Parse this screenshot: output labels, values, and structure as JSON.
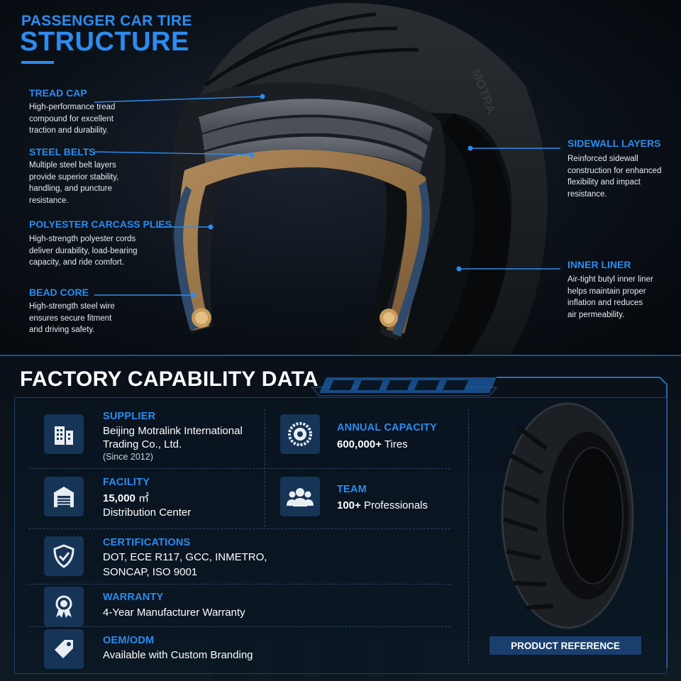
{
  "header": {
    "title_line1": "PASSENGER CAR TIRE",
    "title_line2": "STRUCTURE"
  },
  "structure": {
    "tread_cap": {
      "label": "TREAD CAP",
      "desc_lines": [
        "High-performance tread",
        "compound for excellent",
        "traction and durability."
      ]
    },
    "steel_belts": {
      "label": "STEEL BELTS",
      "desc_lines": [
        "Multiple steel belt layers",
        "provide superior stability,",
        "handling, and puncture",
        "resistance."
      ]
    },
    "polyester": {
      "label": "POLYESTER CARCASS PLIES",
      "desc_lines": [
        "High-strength polyester cords",
        "deliver durability, load-bearing",
        "capacity, and ride comfort."
      ]
    },
    "bead_core": {
      "label": "BEAD CORE",
      "desc_lines": [
        "High-strength steel wire",
        "ensures secure fitment",
        "and driving safety."
      ]
    },
    "sidewall": {
      "label": "SIDEWALL LAYERS",
      "desc_lines": [
        "Reinforced sidewall",
        "construction for enhanced",
        "flexibility and impact",
        "resistance."
      ]
    },
    "inner_liner": {
      "label": "INNER LINER",
      "desc_lines": [
        "Air-tight butyl inner liner",
        "helps maintain proper",
        "inflation and reduces",
        "air permeability."
      ]
    }
  },
  "factory": {
    "title": "FACTORY CAPABILITY DATA",
    "supplier": {
      "label": "SUPPLIER",
      "line1": "Beijing Motralink International",
      "line2": "Trading Co., Ltd.",
      "since": "(Since 2012)"
    },
    "annual_capacity": {
      "label": "ANNUAL CAPACITY",
      "value": "600,000+",
      "unit": " Tires"
    },
    "facility": {
      "label": "FACILITY",
      "value": "15,000",
      "unit": " ㎡",
      "line2": "Distribution Center"
    },
    "team": {
      "label": "TEAM",
      "value": "100+",
      "unit": " Professionals"
    },
    "certifications": {
      "label": "CERTIFICATIONS",
      "line1": "DOT, ECE R117, GCC, INMETRO,",
      "line2": "SONCAP, ISO 9001"
    },
    "warranty": {
      "label": "WARRANTY",
      "value": "4-Year Manufacturer Warranty"
    },
    "oem": {
      "label": "OEM/ODM",
      "value": "Available with Custom Branding"
    },
    "product_reference": "PRODUCT REFERENCE"
  },
  "colors": {
    "accent": "#2b8cf0",
    "panel_icon_bg": "#163456",
    "badge_bg": "#1a3f6e"
  },
  "icons": [
    "building-icon",
    "tire-gear-icon",
    "warehouse-icon",
    "team-icon",
    "shield-check-icon",
    "award-ribbon-icon",
    "tag-icon"
  ]
}
